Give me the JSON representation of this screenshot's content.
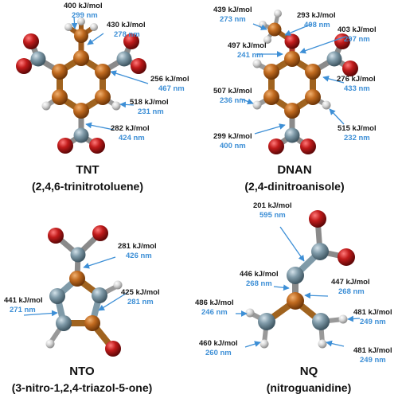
{
  "colors": {
    "carbon": "#c06a1f",
    "nitrogen": "#7f9aa8",
    "oxygen": "#c11b1b",
    "hydrogen": "#d6d6d6",
    "energy_text": "#1a1a1a",
    "wavelength_text": "#3d8fd6",
    "arrow": "#3d8fd6"
  },
  "panels": {
    "tnt": {
      "name": "TNT",
      "full_name": "(2,4,6-trinitrotoluene)",
      "labels": [
        {
          "energy": "400 kJ/mol",
          "wavelength": "299 nm"
        },
        {
          "energy": "430 kJ/mol",
          "wavelength": "278 nm"
        },
        {
          "energy": "256 kJ/mol",
          "wavelength": "467 nm"
        },
        {
          "energy": "518 kJ/mol",
          "wavelength": "231 nm"
        },
        {
          "energy": "282 kJ/mol",
          "wavelength": "424 nm"
        }
      ]
    },
    "dnan": {
      "name": "DNAN",
      "full_name": "(2,4-dinitroanisole)",
      "labels": [
        {
          "energy": "439 kJ/mol",
          "wavelength": "273 nm"
        },
        {
          "energy": "293 kJ/mol",
          "wavelength": "408 nm"
        },
        {
          "energy": "403 kJ/mol",
          "wavelength": "297 nm"
        },
        {
          "energy": "497 kJ/mol",
          "wavelength": "241 nm"
        },
        {
          "energy": "507 kJ/mol",
          "wavelength": "236 nm"
        },
        {
          "energy": "276 kJ/mol",
          "wavelength": "433 nm"
        },
        {
          "energy": "515 kJ/mol",
          "wavelength": "232 nm"
        },
        {
          "energy": "299 kJ/mol",
          "wavelength": "400 nm"
        }
      ]
    },
    "nto": {
      "name": "NTO",
      "full_name": "(3-nitro-1,2,4-triazol-5-one)",
      "labels": [
        {
          "energy": "281 kJ/mol",
          "wavelength": "426 nm"
        },
        {
          "energy": "441 kJ/mol",
          "wavelength": "271 nm"
        },
        {
          "energy": "425 kJ/mol",
          "wavelength": "281 nm"
        }
      ]
    },
    "nq": {
      "name": "NQ",
      "full_name": "(nitroguanidine)",
      "labels": [
        {
          "energy": "201 kJ/mol",
          "wavelength": "595 nm"
        },
        {
          "energy": "446 kJ/mol",
          "wavelength": "268 nm"
        },
        {
          "energy": "447 kJ/mol",
          "wavelength": "268 nm"
        },
        {
          "energy": "486 kJ/mol",
          "wavelength": "246 nm"
        },
        {
          "energy": "481 kJ/mol",
          "wavelength": "249 nm"
        },
        {
          "energy": "460 kJ/mol",
          "wavelength": "260 nm"
        },
        {
          "energy": "481 kJ/mol",
          "wavelength": "249 nm"
        }
      ]
    }
  }
}
